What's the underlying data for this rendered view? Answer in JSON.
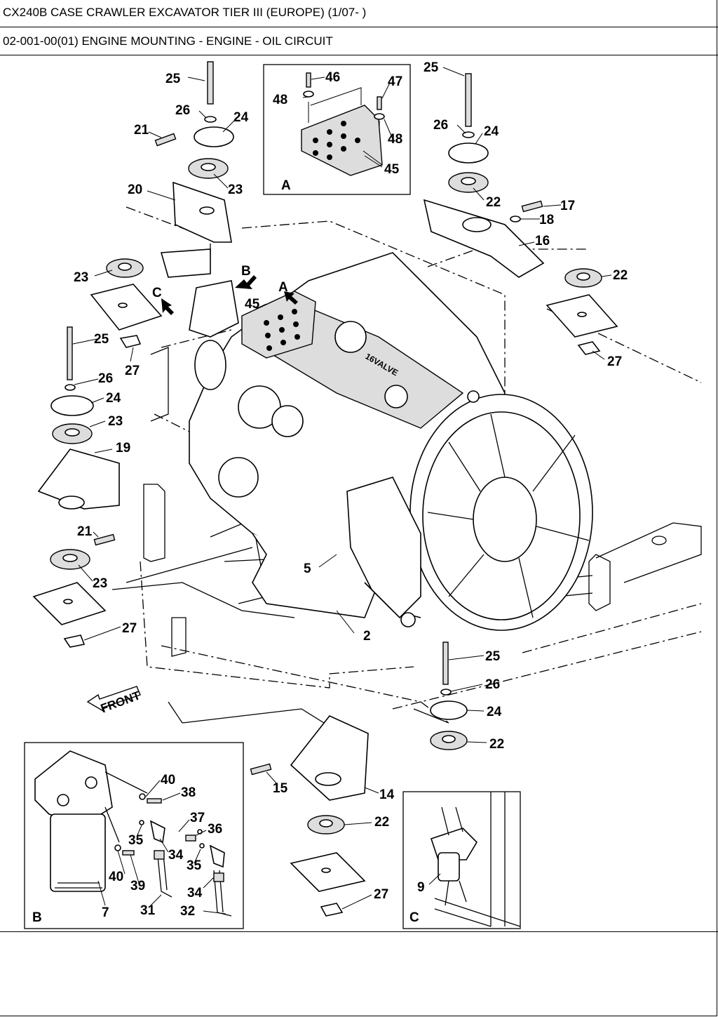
{
  "header": {
    "model_line": "CX240B CASE CRAWLER EXCAVATOR TIER III (EUROPE) (1/07- )",
    "section_line": "02-001-00(01) ENGINE MOUNTING - ENGINE - OIL CIRCUIT"
  },
  "callouts": {
    "c25a": "25",
    "c26a": "26",
    "c24a": "24",
    "c21a": "21",
    "c23a": "23",
    "c20": "20",
    "c46": "46",
    "c47": "47",
    "c48a": "48",
    "c48b": "48",
    "c45a": "45",
    "insetA": "A",
    "c25b": "25",
    "c26b": "26",
    "c24b": "24",
    "c22a": "22",
    "c17": "17",
    "c18": "18",
    "c16": "16",
    "c23b": "23",
    "c22b": "22",
    "arrowB": "B",
    "arrowC": "C",
    "arrowA": "A",
    "c45b": "45",
    "c25c": "25",
    "c27a": "27",
    "c27b": "27",
    "c26c": "26",
    "c24c": "24",
    "c23c": "23",
    "c19": "19",
    "c21b": "21",
    "c23d": "23",
    "c5": "5",
    "c2": "2",
    "c27c": "27",
    "c25d": "25",
    "c26d": "26",
    "c24d": "24",
    "c22c": "22",
    "c15": "15",
    "c14": "14",
    "c22d": "22",
    "c27d": "27",
    "front": "FRONT",
    "c40a": "40",
    "c38": "38",
    "c37": "37",
    "c36": "36",
    "c35a": "35",
    "c34a": "34",
    "c35b": "35",
    "c40b": "40",
    "c39": "39",
    "c34b": "34",
    "c31": "31",
    "c32": "32",
    "c7": "7",
    "insetB": "B",
    "c9": "9",
    "insetC": "C"
  }
}
